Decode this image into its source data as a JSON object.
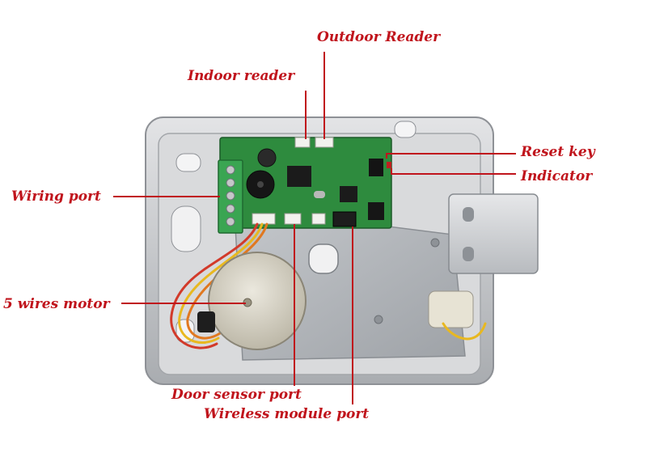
{
  "labels": {
    "outdoor_reader": "Outdoor Reader",
    "indoor_reader": "Indoor reader",
    "reset_key": "Reset key",
    "indicator": "Indicator",
    "wiring_port": "Wiring port",
    "wires_motor": "5   wires motor",
    "door_sensor_port": "Door sensor port",
    "wireless_module_port": "Wireless module port"
  },
  "colors": {
    "label": "#c0141c",
    "leader_line": "#c0141c",
    "pcb": "#2e8b3e",
    "housing": "#c9cbce",
    "plate": "#b3b6ba",
    "terminal_block": "#3aa552",
    "motor": "#d6d2c4",
    "wire_red": "#d23a2a",
    "wire_yellow": "#e8b820",
    "wire_orange": "#e07820"
  }
}
